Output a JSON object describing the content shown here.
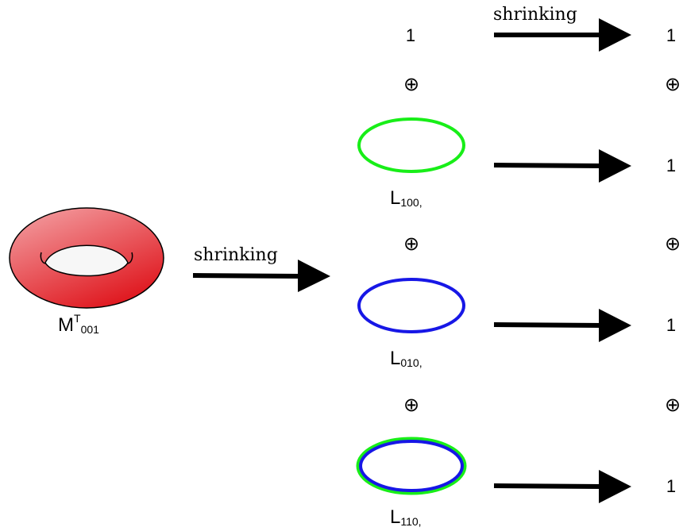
{
  "arrow_label": "shrinking",
  "torus": {
    "name": "M",
    "sup": "T",
    "sub": "001",
    "color_light": "#f4a5a8",
    "color_dark": "#e01b22"
  },
  "one": "1",
  "oplus": "⊕",
  "loops": [
    {
      "name": "L",
      "sub": "100,",
      "stroke": [
        "#18ee18"
      ]
    },
    {
      "name": "L",
      "sub": "010,",
      "stroke": [
        "#1717e6"
      ]
    },
    {
      "name": "L",
      "sub": "110,",
      "stroke": [
        "#18ee18",
        "#1717e6"
      ]
    }
  ]
}
